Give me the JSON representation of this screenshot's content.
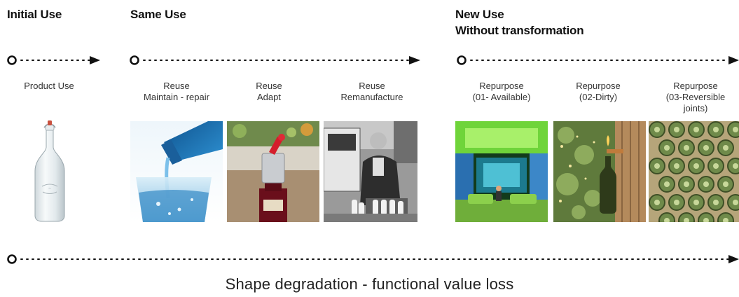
{
  "stages": [
    {
      "heading_lines": [
        "Initial Use"
      ]
    },
    {
      "heading_lines": [
        "Same Use"
      ]
    },
    {
      "heading_lines": [
        "New Use",
        "Without transformation"
      ]
    }
  ],
  "labels": [
    {
      "lines": [
        "Product Use"
      ]
    },
    {
      "lines": [
        "Reuse",
        "Maintain - repair"
      ]
    },
    {
      "lines": [
        "Reuse",
        "Adapt"
      ]
    },
    {
      "lines": [
        "Reuse",
        "Remanufacture"
      ]
    },
    {
      "lines": [
        "Repurpose",
        "(01- Available)"
      ]
    },
    {
      "lines": [
        "Repurpose",
        "(02-Dirty)"
      ]
    },
    {
      "lines": [
        "Repurpose",
        "(03-Reversible",
        "joints)"
      ]
    }
  ],
  "images": [
    {
      "icon": "glass-bottle-icon"
    },
    {
      "icon": "water-pouring-photo"
    },
    {
      "icon": "wine-stopper-photo"
    },
    {
      "icon": "milkman-photo"
    },
    {
      "icon": "green-room-photo"
    },
    {
      "icon": "bottle-lamp-photo"
    },
    {
      "icon": "bottle-wall-photo"
    }
  ],
  "bottom_title": "Shape degradation - functional value loss",
  "colors": {
    "text": "#222222",
    "arrow": "#111111"
  }
}
